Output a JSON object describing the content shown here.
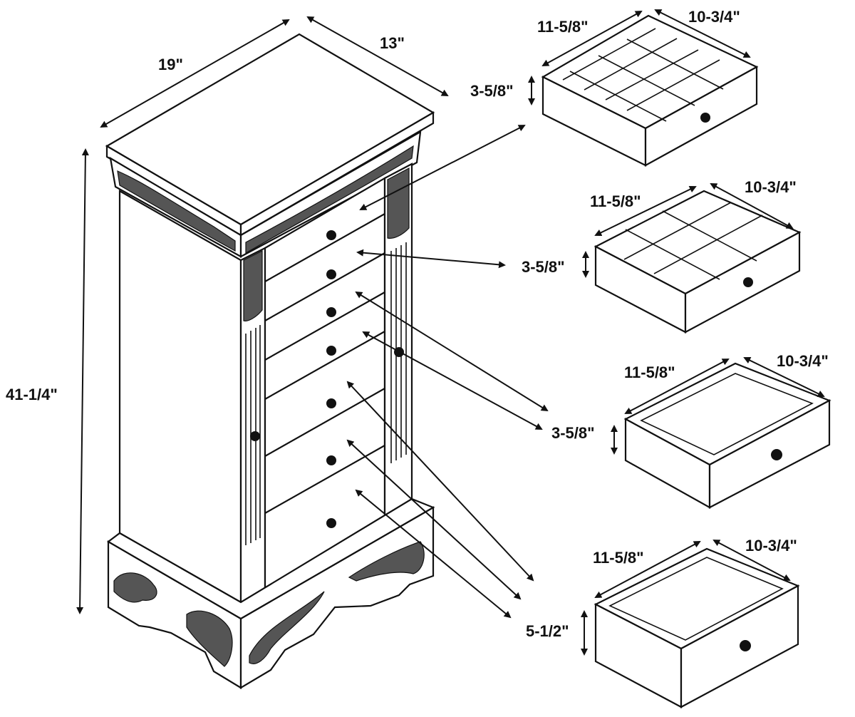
{
  "cabinet": {
    "width_label": "19\"",
    "depth_label": "13\"",
    "height_label": "41-1/4\""
  },
  "drawers": [
    {
      "width_label": "11-5/8\"",
      "depth_label": "10-3/4\"",
      "height_label": "3-5/8\"",
      "compartments": "3x4"
    },
    {
      "width_label": "11-5/8\"",
      "depth_label": "10-3/4\"",
      "height_label": "3-5/8\"",
      "compartments": "2x3"
    },
    {
      "width_label": "11-5/8\"",
      "depth_label": "10-3/4\"",
      "height_label": "3-5/8\"",
      "compartments": "open"
    },
    {
      "width_label": "11-5/8\"",
      "depth_label": "10-3/4\"",
      "height_label": "5-1/2\"",
      "compartments": "open"
    }
  ],
  "colors": {
    "line": "#111111",
    "background": "#ffffff",
    "ornament": "#555555"
  }
}
